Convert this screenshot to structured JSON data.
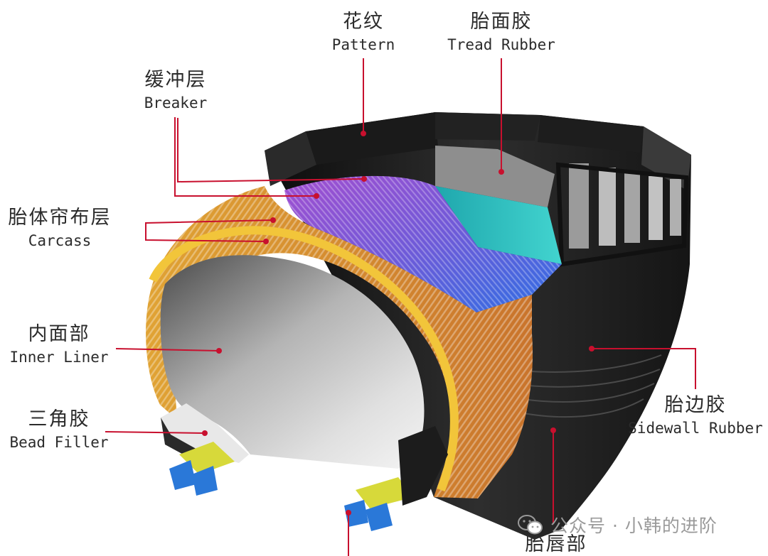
{
  "labels": {
    "pattern": {
      "zh": "花纹",
      "en": "Pattern"
    },
    "tread": {
      "zh": "胎面胶",
      "en": "Tread Rubber"
    },
    "breaker": {
      "zh": "缓冲层",
      "en": "Breaker"
    },
    "carcass": {
      "zh": "胎体帘布层",
      "en": "Carcass"
    },
    "liner": {
      "zh": "内面部",
      "en": "Inner Liner"
    },
    "filler": {
      "zh": "三角胶",
      "en": "Bead Filler"
    },
    "sidewall": {
      "zh": "胎边胶",
      "en": "Sidewall Rubber"
    },
    "bead": {
      "zh": "胎唇部"
    }
  },
  "watermark": {
    "text": "公众号 · 小韩的进阶",
    "icon": "wechat-icon"
  },
  "colors": {
    "leader": "#c8102e",
    "tire": "#262626",
    "carcass_yellow": "#e8b830",
    "carcass_orange": "#d98a2c",
    "belt_purple": "#8a4bc8",
    "belt_blue": "#3d6fe0",
    "tread_cyan": "#2ec4c4",
    "liner_gray": "#9a9a9a",
    "bead_wire": "#2a78d8"
  }
}
